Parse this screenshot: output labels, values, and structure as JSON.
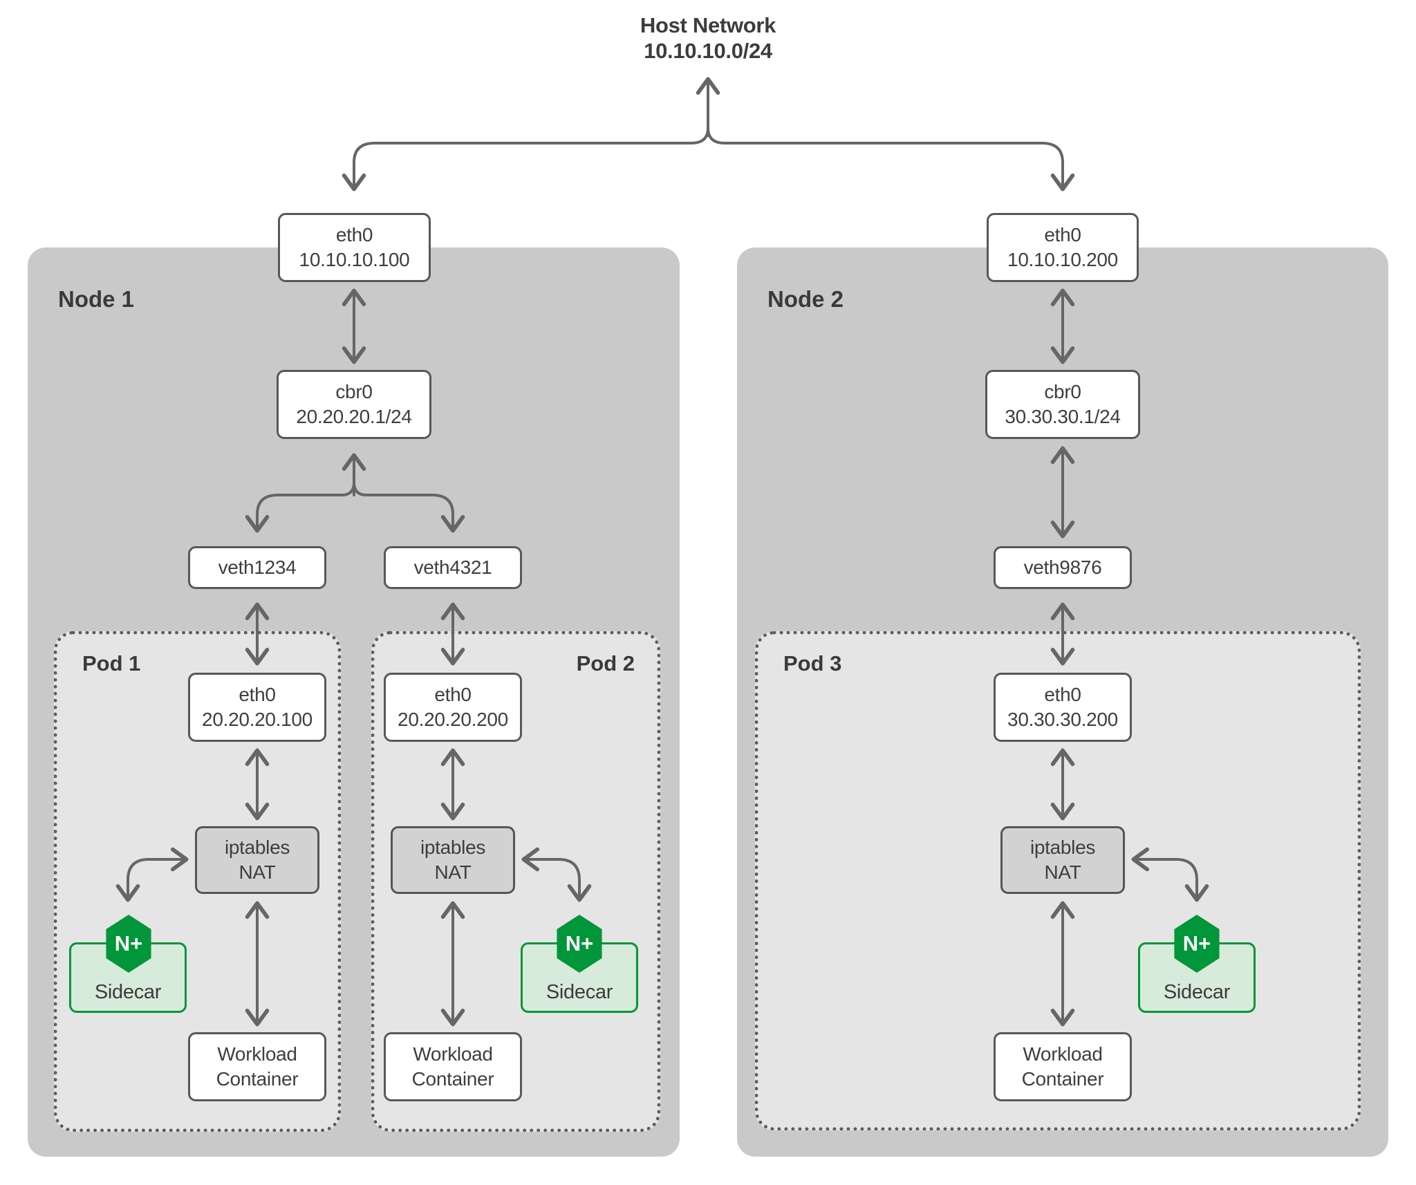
{
  "title": {
    "name": "Host Network",
    "cidr": "10.10.10.0/24"
  },
  "nodes": [
    {
      "label": "Node 1",
      "eth0": {
        "name": "eth0",
        "ip": "10.10.10.100"
      },
      "bridge": {
        "name": "cbr0",
        "ip": "20.20.20.1/24"
      },
      "veths": [
        {
          "name": "veth1234"
        },
        {
          "name": "veth4321"
        }
      ],
      "pods": [
        {
          "label": "Pod 1",
          "eth0": {
            "name": "eth0",
            "ip": "20.20.20.100"
          },
          "nat": {
            "line1": "iptables",
            "line2": "NAT"
          },
          "sidecar": {
            "label": "Sidecar",
            "badge": "N+"
          },
          "workload": {
            "line1": "Workload",
            "line2": "Container"
          }
        },
        {
          "label": "Pod 2",
          "eth0": {
            "name": "eth0",
            "ip": "20.20.20.200"
          },
          "nat": {
            "line1": "iptables",
            "line2": "NAT"
          },
          "sidecar": {
            "label": "Sidecar",
            "badge": "N+"
          },
          "workload": {
            "line1": "Workload",
            "line2": "Container"
          }
        }
      ]
    },
    {
      "label": "Node 2",
      "eth0": {
        "name": "eth0",
        "ip": "10.10.10.200"
      },
      "bridge": {
        "name": "cbr0",
        "ip": "30.30.30.1/24"
      },
      "veths": [
        {
          "name": "veth9876"
        }
      ],
      "pods": [
        {
          "label": "Pod 3",
          "eth0": {
            "name": "eth0",
            "ip": "30.30.30.200"
          },
          "nat": {
            "line1": "iptables",
            "line2": "NAT"
          },
          "sidecar": {
            "label": "Sidecar",
            "badge": "N+"
          },
          "workload": {
            "line1": "Workload",
            "line2": "Container"
          }
        }
      ]
    }
  ],
  "colors": {
    "nginx_green": "#009639",
    "sidecar_fill": "#d7ebda",
    "node_fill": "#c9c9c9",
    "pod_fill": "#e5e5e5",
    "nat_fill": "#d2d2d2",
    "arrow": "#666666",
    "text": "#3e3e3e"
  }
}
